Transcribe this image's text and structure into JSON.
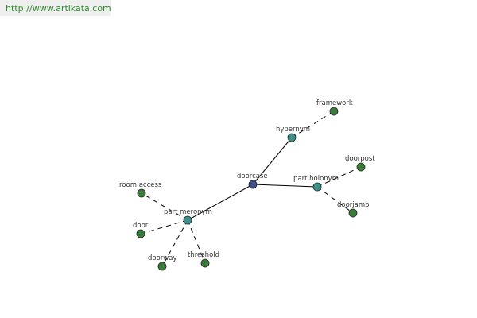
{
  "header": {
    "url": "http://www.artikata.com"
  },
  "colors": {
    "center_node": "#3d4f8f",
    "relation_node": "#3f8f8f",
    "term_node": "#3c7a3c",
    "node_outline": "#1e2e1e",
    "edge": "#000000"
  },
  "graph": {
    "nodes": [
      {
        "id": "doorcase",
        "label": "doorcase",
        "kind": "center"
      },
      {
        "id": "hypernym",
        "label": "hypernym",
        "kind": "relation"
      },
      {
        "id": "part-holonym",
        "label": "part holonym",
        "kind": "relation"
      },
      {
        "id": "part-meronym",
        "label": "part meronym",
        "kind": "relation"
      },
      {
        "id": "framework",
        "label": "framework",
        "kind": "term"
      },
      {
        "id": "doorpost",
        "label": "doorpost",
        "kind": "term"
      },
      {
        "id": "doorjamb",
        "label": "doorjamb",
        "kind": "term"
      },
      {
        "id": "room-access",
        "label": "room access",
        "kind": "term"
      },
      {
        "id": "door",
        "label": "door",
        "kind": "term"
      },
      {
        "id": "doorway",
        "label": "doorway",
        "kind": "term"
      },
      {
        "id": "threshold",
        "label": "threshold",
        "kind": "term"
      }
    ],
    "edges": [
      {
        "from": "doorcase",
        "to": "hypernym",
        "style": "solid"
      },
      {
        "from": "doorcase",
        "to": "part-holonym",
        "style": "solid"
      },
      {
        "from": "doorcase",
        "to": "part-meronym",
        "style": "solid"
      },
      {
        "from": "hypernym",
        "to": "framework",
        "style": "dashed"
      },
      {
        "from": "part-holonym",
        "to": "doorpost",
        "style": "dashed"
      },
      {
        "from": "part-holonym",
        "to": "doorjamb",
        "style": "dashed"
      },
      {
        "from": "part-meronym",
        "to": "room-access",
        "style": "dashed"
      },
      {
        "from": "part-meronym",
        "to": "door",
        "style": "dashed"
      },
      {
        "from": "part-meronym",
        "to": "doorway",
        "style": "dashed"
      },
      {
        "from": "part-meronym",
        "to": "threshold",
        "style": "dashed"
      }
    ]
  }
}
